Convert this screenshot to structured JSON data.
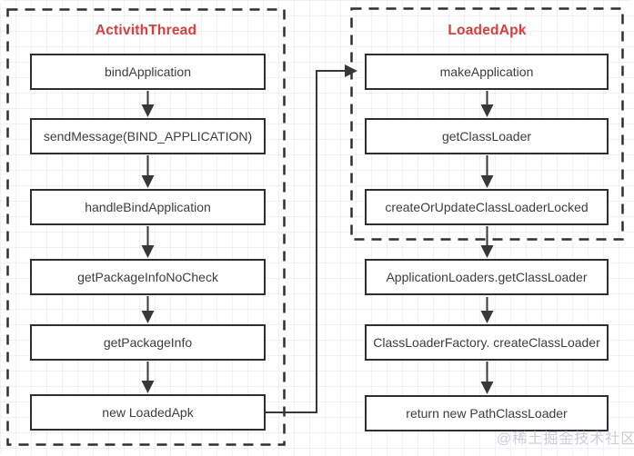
{
  "diagram": {
    "left_group": {
      "title": "ActivithThread",
      "nodes": [
        "bindApplication",
        "sendMessage(BIND_APPLICATION)",
        "handleBindApplication",
        "getPackageInfoNoCheck",
        "getPackageInfo",
        "new LoadedApk"
      ]
    },
    "right_group": {
      "title": "LoadedApk",
      "nodes": [
        "makeApplication",
        "getClassLoader",
        "createOrUpdateClassLoaderLocked"
      ]
    },
    "right_flow": {
      "nodes": [
        "ApplicationLoaders.getClassLoader",
        "ClassLoaderFactory. createClassLoader",
        "return new PathClassLoader"
      ]
    },
    "watermark": "@稀土掘金技术社区",
    "colors": {
      "group_title": "#e03a3a",
      "node_border": "#2f2f2f",
      "node_text": "#3d3d3d",
      "arrow": "#383838",
      "watermark": "#c9ced6"
    }
  }
}
